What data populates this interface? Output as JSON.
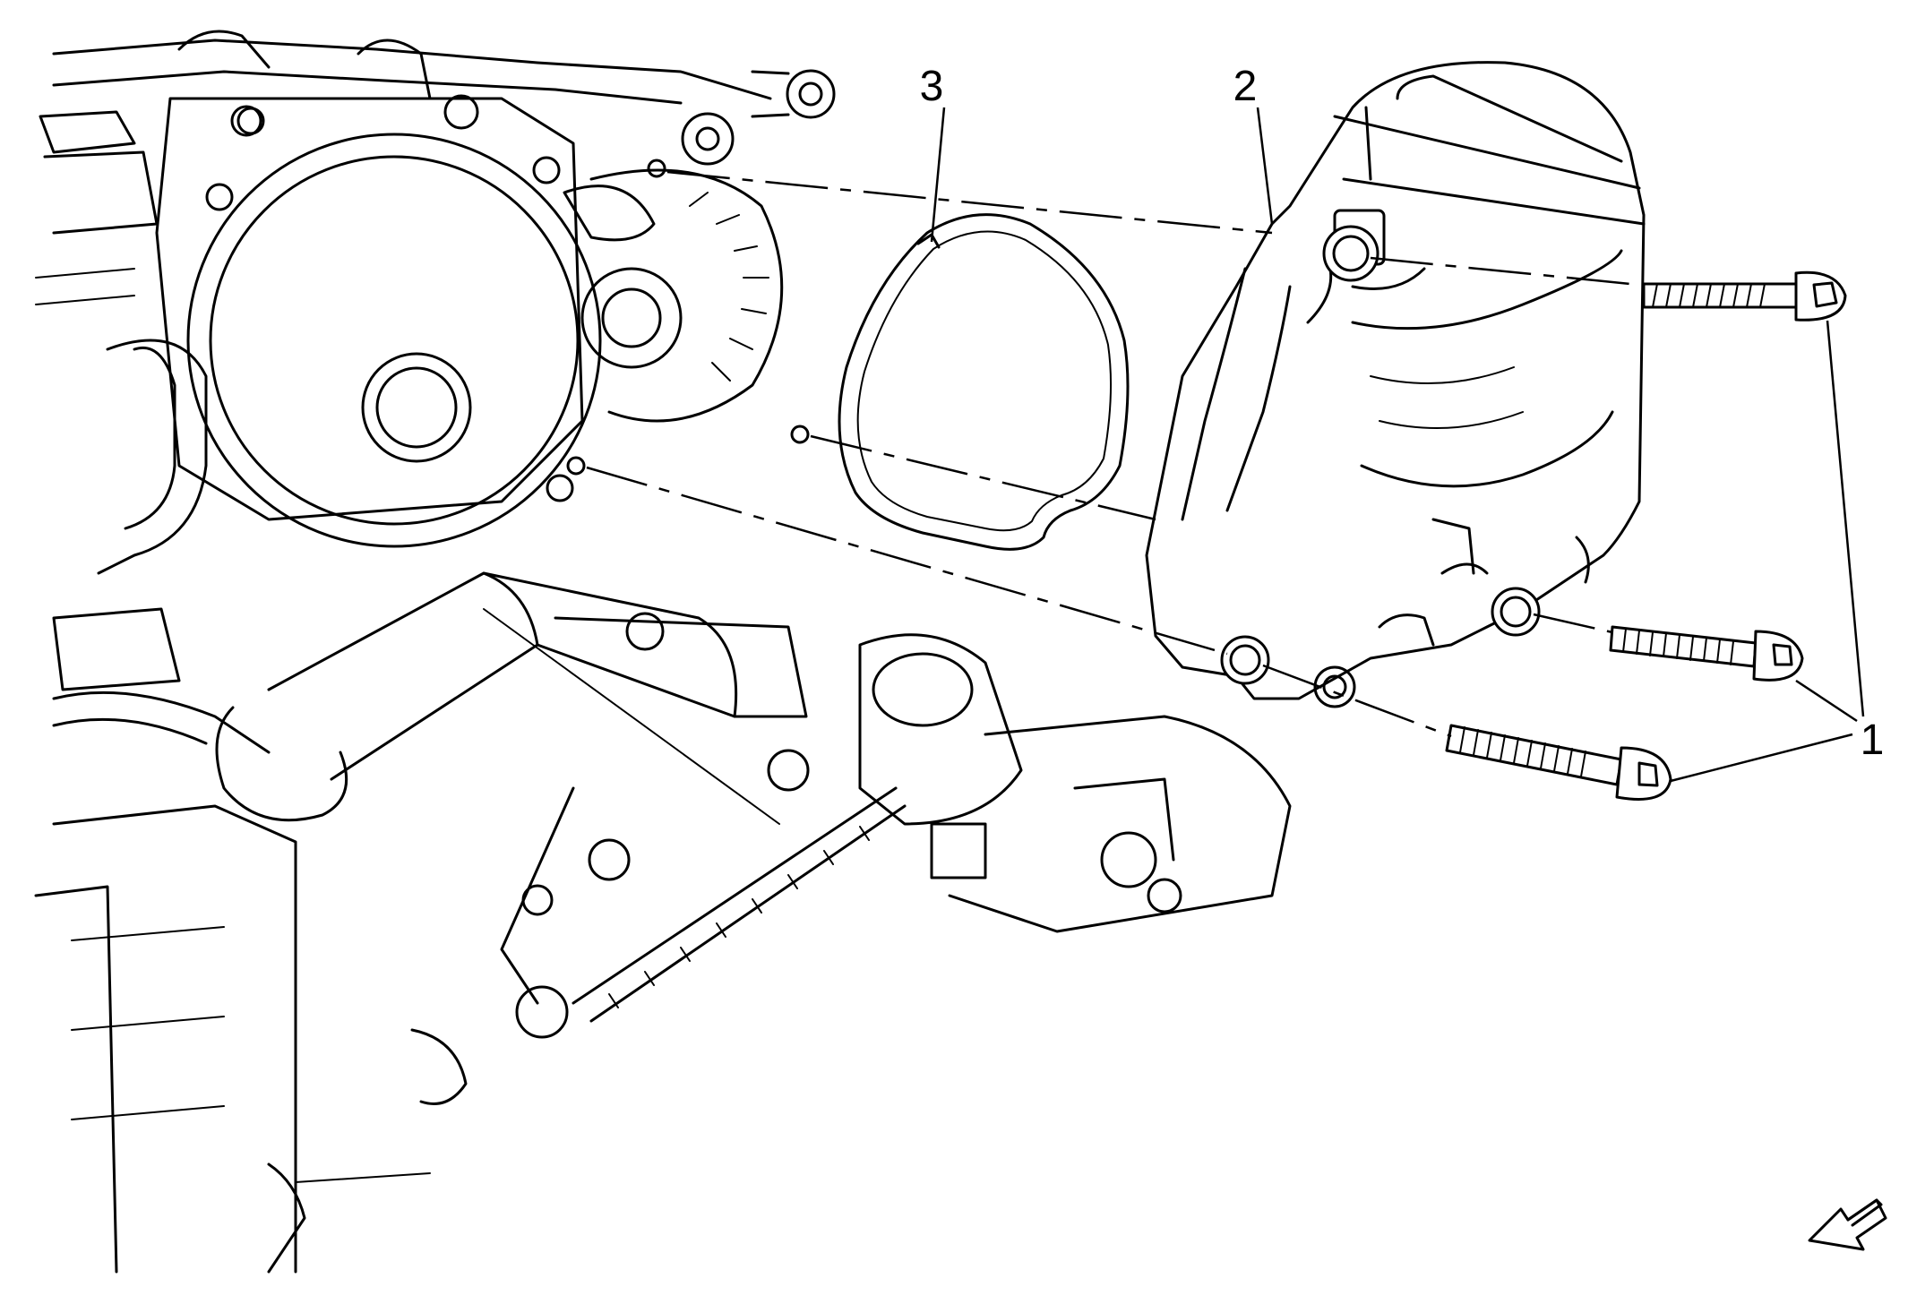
{
  "figure": {
    "callouts": [
      {
        "id": "callout-1",
        "label": "1"
      },
      {
        "id": "callout-2",
        "label": "2"
      },
      {
        "id": "callout-3",
        "label": "3"
      }
    ],
    "icons": {
      "orientation": "view-direction-arrow-icon"
    }
  }
}
